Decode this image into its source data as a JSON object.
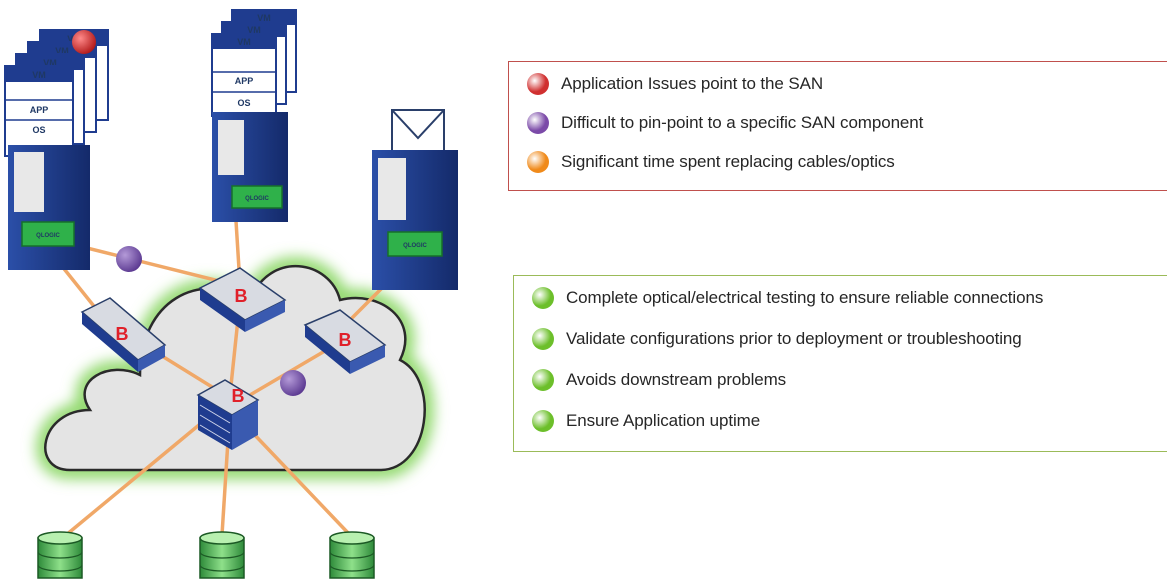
{
  "diagram": {
    "vm_card_labels": {
      "vm": "VM",
      "app": "APP",
      "os": "OS"
    },
    "hba_brand": "QLOGIC",
    "colors": {
      "cable": "#f0a868",
      "cloud_glow": "#8fd86a",
      "cloud_fill": "#e4e4e4",
      "server_blue": "#1f3c8f",
      "hba_green": "#2fb14a",
      "storage_green": "#3aa84a",
      "switch_logo_red": "#e0202a"
    }
  },
  "issues": {
    "border_color": "#c0504d",
    "items": [
      {
        "text": "Application Issues point to the SAN",
        "bullet_color": "#d03030",
        "icon": "red-dot-icon"
      },
      {
        "text": "Difficult to pin-point to a specific SAN component",
        "bullet_color": "#7b4aa8",
        "icon": "purple-dot-icon"
      },
      {
        "text": "Significant time spent replacing cables/optics",
        "bullet_color": "#f08a1a",
        "icon": "orange-dot-icon"
      }
    ]
  },
  "benefits": {
    "border_color": "#9bbb59",
    "items": [
      {
        "text": "Complete optical/electrical testing to ensure reliable connections",
        "bullet_color": "#6cbf2a",
        "icon": "green-dot-icon"
      },
      {
        "text": "Validate configurations prior to deployment or troubleshooting",
        "bullet_color": "#6cbf2a",
        "icon": "green-dot-icon"
      },
      {
        "text": "Avoids downstream problems",
        "bullet_color": "#6cbf2a",
        "icon": "green-dot-icon"
      },
      {
        "text": "Ensure Application uptime",
        "bullet_color": "#6cbf2a",
        "icon": "green-dot-icon"
      }
    ]
  }
}
